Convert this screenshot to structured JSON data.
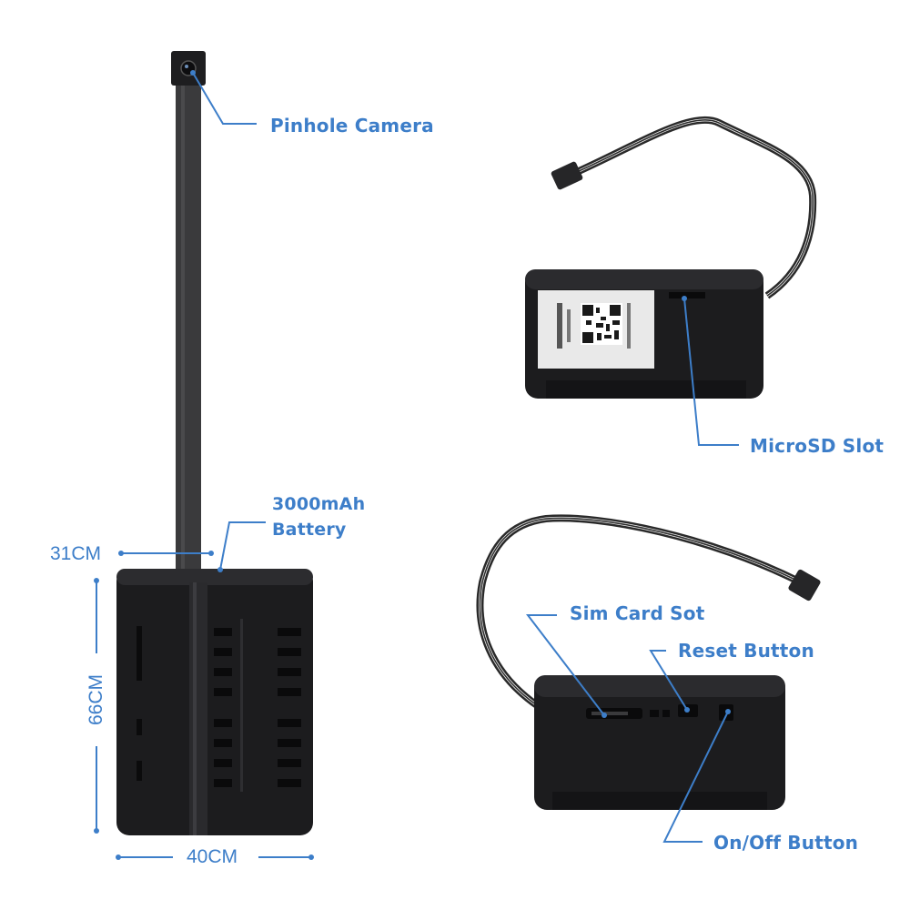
{
  "labels": {
    "pinhole_camera": "Pinhole Camera",
    "battery_line1": "3000mAh",
    "battery_line2": "Battery",
    "microsd_slot": "MicroSD Slot",
    "sim_card_slot": "Sim Card Sot",
    "reset_button": "Reset Button",
    "onoff_button": "On/Off Button"
  },
  "dimensions": {
    "depth": "31CM",
    "height": "66CM",
    "width": "40CM"
  },
  "colors": {
    "accent": "#3d7ec9",
    "device_body": "#1c1c1e",
    "device_edge": "#2b2b2e",
    "cable": "#2a2a2a",
    "background": "#ffffff"
  }
}
